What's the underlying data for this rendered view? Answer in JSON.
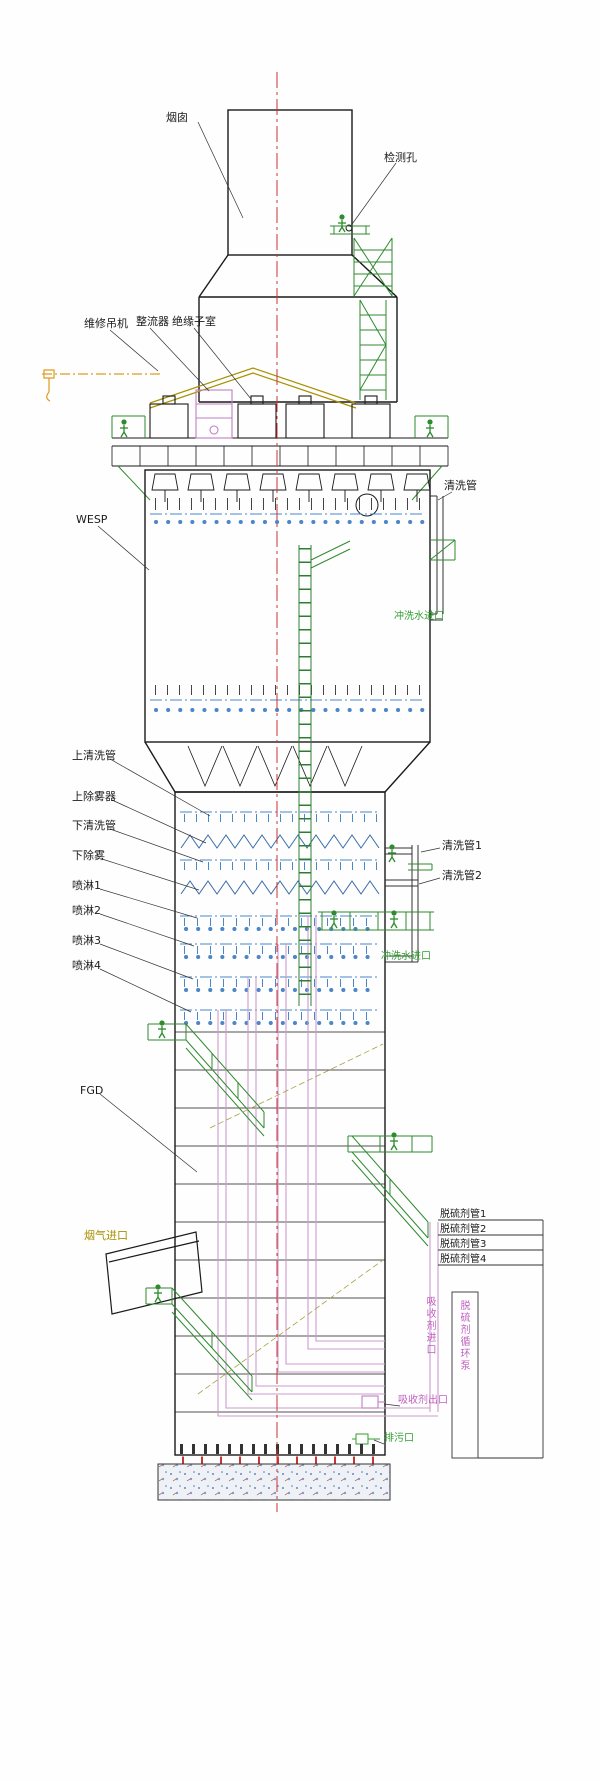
{
  "labels": {
    "chimney": "烟囱",
    "inspection_hole": "检测孔",
    "maintenance_crane": "维修吊机",
    "rectifier": "整流器",
    "insulator_room": "绝缘子室",
    "cleaning_pipe": "清洗管",
    "wesp": "WESP",
    "flush_water_inlet_upper": "冲洗水进口",
    "upper_cleaning_pipe": "上清洗管",
    "upper_demister": "上除雾器",
    "lower_cleaning_pipe": "下清洗管",
    "lower_demister": "下除雾",
    "spray1": "喷淋1",
    "spray2": "喷淋2",
    "spray3": "喷淋3",
    "spray4": "喷淋4",
    "cleaning_pipe1": "清洗管1",
    "cleaning_pipe2": "清洗管2",
    "flush_water_inlet_lower": "冲洗水进口",
    "fgd": "FGD",
    "flue_gas_inlet": "烟气进口",
    "desulfurizer_pipe1": "脱硫剂管1",
    "desulfurizer_pipe2": "脱硫剂管2",
    "desulfurizer_pipe3": "脱硫剂管3",
    "desulfurizer_pipe4": "脱硫剂管4",
    "absorbent_inlet": "吸收剂进口",
    "desulfurizer_circulation_pump": "脱硫剂循环泵",
    "absorbent_outlet": "吸收剂出口",
    "drain_outlet": "排污口"
  },
  "colors": {
    "line": "#1a1a1a",
    "platform_green": "#2e8b2e",
    "spray_blue": "#4a86c8",
    "pipe_magenta": "#cc9ccc",
    "crane_orange": "#e09a20",
    "roof_olive": "#a89000",
    "centerline_red": "#cc3333",
    "green_text": "#2f9e2f",
    "magenta_text": "#c060c0",
    "olive_text": "#a89000"
  },
  "icons": {
    "worker_figure": "worker-figure-icon"
  }
}
